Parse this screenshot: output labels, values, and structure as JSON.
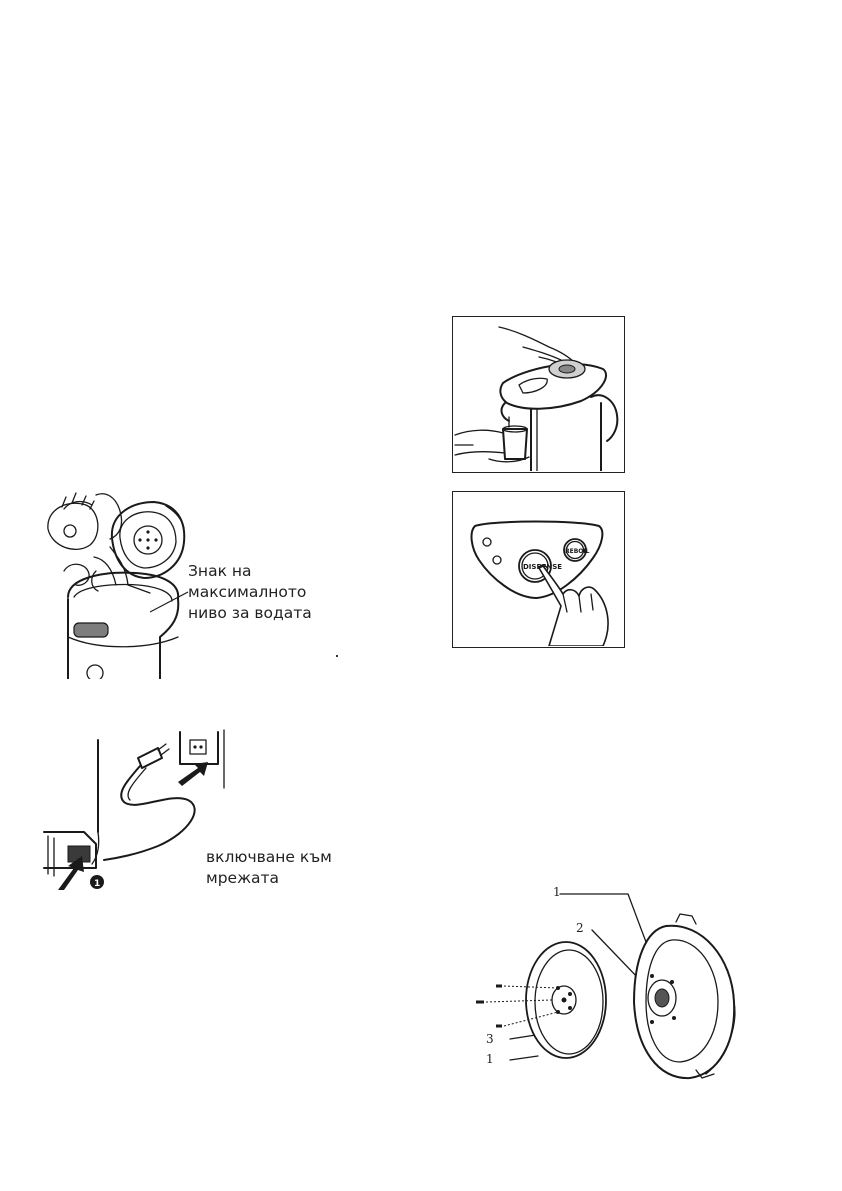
{
  "figure_fill": {
    "caption_line1": "Знак на",
    "caption_line2": "максималното",
    "caption_line3": "ниво за водата"
  },
  "figure_plug": {
    "caption_line1": "включване към",
    "caption_line2": "мрежата"
  },
  "figure_panel": {
    "dispense_label": "DISPENSE",
    "reboil_label": "REBOIL"
  },
  "figure_lid": {
    "callouts": [
      "1",
      "2",
      "3",
      "1"
    ]
  }
}
